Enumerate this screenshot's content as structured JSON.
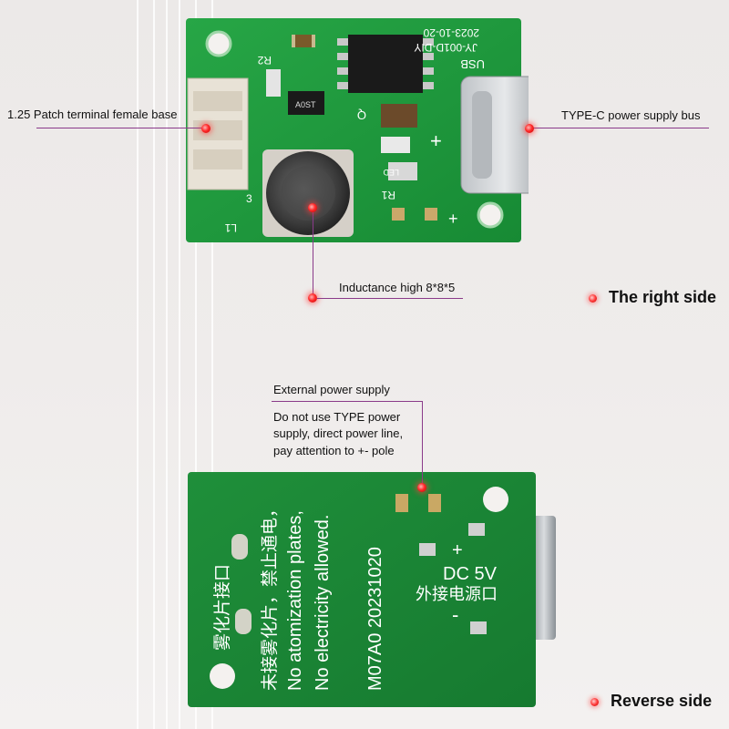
{
  "callouts": {
    "terminal": "1.25 Patch terminal female base",
    "typec": "TYPE-C power supply bus",
    "inductance": "Inductance high 8*8*5",
    "external_title": "External power supply",
    "external_note_1": "Do not use TYPE power",
    "external_note_2": "supply, direct power line,",
    "external_note_3": "pay attention to +- pole"
  },
  "sides": {
    "right": "The right side",
    "reverse": "Reverse side"
  },
  "front_board": {
    "silk_usb": "USB",
    "silk_model": "JY-001D-DIY",
    "silk_date": "2023-10-20",
    "silk_r2": "R2",
    "silk_r1": "R1",
    "silk_q": "Q",
    "silk_l1": "L1",
    "silk_3": "3",
    "silk_plus": "+",
    "silk_led": "LED",
    "chip_mark": "A0ST"
  },
  "back_board": {
    "line_1": "雾化片接口",
    "line_2": "未接雾化片，禁止通电，",
    "line_3": "No atomization plates,",
    "line_4": "No electricity allowed.",
    "line_5": "M07A0  20231020",
    "dc": "DC 5V",
    "dc_cn": "外接电源口",
    "plus": "+",
    "minus": "-"
  },
  "colors": {
    "pcb_green": "#1f9a3c",
    "accent_line": "#8a3a8a",
    "dot_red": "#ff2a2a"
  }
}
